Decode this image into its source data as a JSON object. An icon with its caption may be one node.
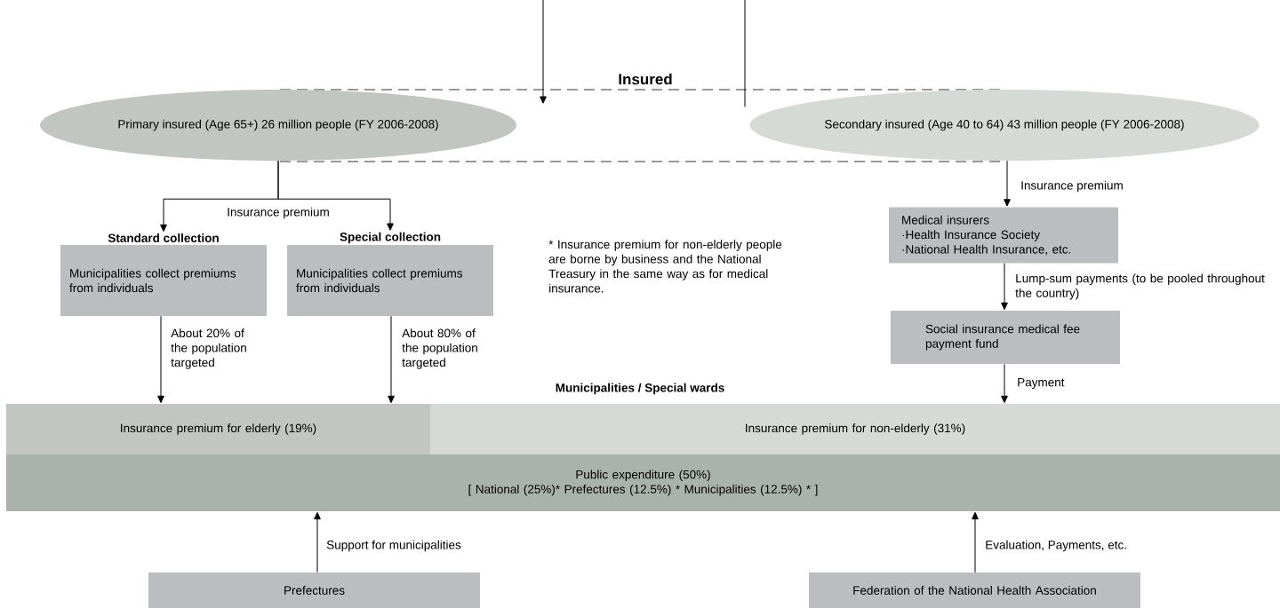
{
  "diagram": {
    "nodes": [
      {
        "text": [
          "Insured"
        ]
      },
      {
        "text": [
          "Primary insured (Age 65+) 26 million people (FY 2006-2008)"
        ]
      },
      {
        "text": [
          "Secondary insured (Age 40 to 64) 43 million people (FY 2006-2008)"
        ]
      },
      {
        "text": [
          "Standard collection",
          "Municipalities collect premiums from individuals"
        ]
      },
      {
        "text": [
          "Special collection",
          "Municipalities collect premiums from individuals"
        ]
      },
      {
        "text": [
          "Medical insurers",
          "·Health Insurance Society",
          "·National Health Insurance, etc."
        ]
      },
      {
        "text": [
          "Social insurance medical fee payment fund"
        ]
      },
      {
        "text": [
          "Insurance premium for elderly (19%)"
        ]
      },
      {
        "text": [
          "Insurance premium for non-elderly (31%)"
        ]
      },
      {
        "text": [
          "Public expenditure (50%)",
          "[ National (25%)* Prefectures (12.5%) * Municipalities (12.5%) * ]"
        ]
      },
      {
        "text": [
          "Prefectures"
        ]
      },
      {
        "text": [
          "Federation of the National Health Association"
        ]
      }
    ],
    "edges": [
      {
        "from": null,
        "to": 0,
        "arrow": "to"
      },
      {
        "from": null,
        "to": 0,
        "arrow": "none"
      },
      {
        "from": 1,
        "to": 3,
        "arrow": "to",
        "label": "Insurance premium"
      },
      {
        "from": 1,
        "to": 4,
        "arrow": "to"
      },
      {
        "from": 2,
        "to": 5,
        "arrow": "to",
        "label": "Insurance premium"
      },
      {
        "from": 5,
        "to": 6,
        "arrow": "to",
        "label": "Lump-sum payments (to be pooled throughout the country)"
      },
      {
        "from": 3,
        "to": 7,
        "arrow": "to",
        "label": "About 20% of the population targeted"
      },
      {
        "from": 4,
        "to": 7,
        "arrow": "to",
        "label": "About 80% of the population targeted"
      },
      {
        "from": 6,
        "to": 8,
        "arrow": "to",
        "label": "Payment"
      },
      {
        "from": 10,
        "to": 9,
        "arrow": "to",
        "label": "Support for municipalities"
      },
      {
        "from": 11,
        "to": 9,
        "arrow": "to",
        "label": "Evaluation, Payments, etc."
      }
    ],
    "labels": [
      "* Insurance premium for  non-elderly people are borne by business and the National Treasury in the same way as for medical insurance.",
      "Municipalities / Special wards"
    ]
  }
}
